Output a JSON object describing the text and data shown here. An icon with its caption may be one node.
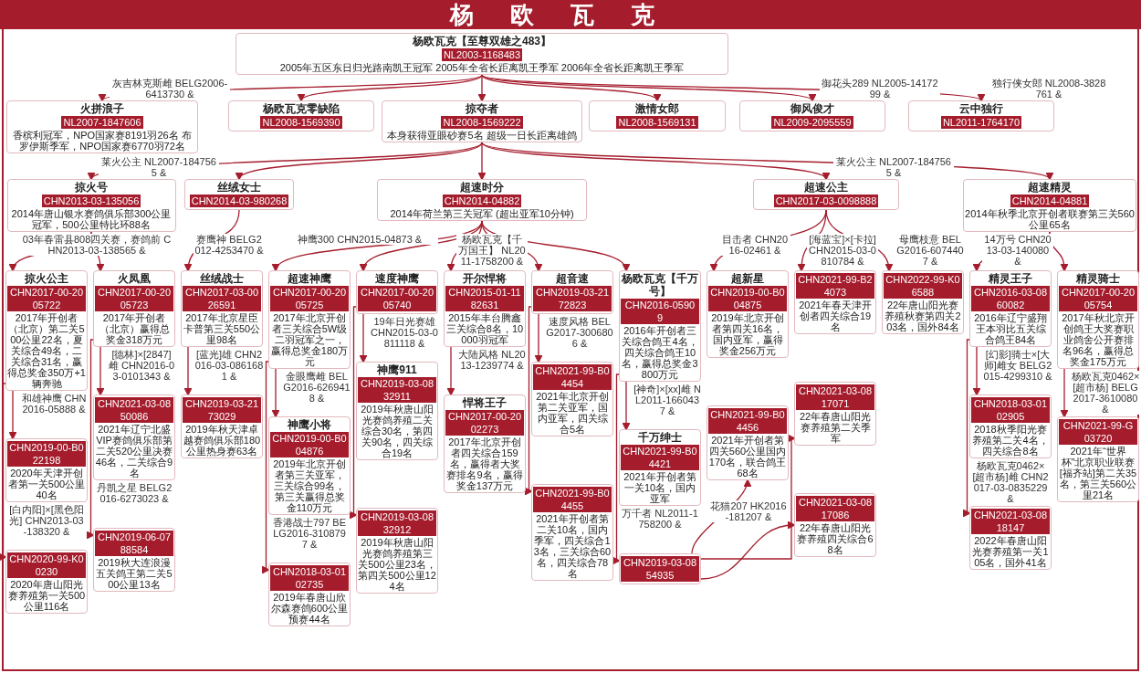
{
  "diagram": {
    "title": "杨欧瓦克",
    "nodes": [
      {
        "text": [
          "杨欧瓦克【至尊双雄之483】",
          "NL2003-1168483",
          "2005年五区东日归光路南凯王冠军 2005年全省长距离凯王季军 2006年全省长距离凯王季军"
        ]
      },
      {
        "text": [
          "火拼浪子",
          "NL2007-1847606",
          "香槟利冠军，NPO国家赛8191羽26名 布罗伊斯季军，NPO国家赛6770羽72名"
        ]
      },
      {
        "text": [
          "杨欧瓦克零缺陷",
          "NL2008-1569390"
        ]
      },
      {
        "text": [
          "掠夺者",
          "NL2008-1569222",
          "本身获得亚眼砂赛5名 超级一日长距离雄鸽"
        ]
      },
      {
        "text": [
          "激情女郎",
          "NL2008-1569131"
        ]
      },
      {
        "text": [
          "御风俊才",
          "NL2009-2095559"
        ]
      },
      {
        "text": [
          "云中独行",
          "NL2011-1764170"
        ]
      },
      {
        "text": [
          "掠火号",
          "CHN2013-03-135056",
          "2014年唐山银水赛鸽俱乐部300公里冠军，500公里特比环88名"
        ]
      },
      {
        "text": [
          "丝绒女士",
          "CHN2014-03-980268"
        ]
      },
      {
        "text": [
          "超速时分",
          "CHN2014-04882",
          "2014年荷兰第三关冠军 (超出亚军10分钟)"
        ]
      },
      {
        "text": [
          "超速公主",
          "CHN2017-03-0098888"
        ]
      },
      {
        "text": [
          "超速精灵",
          "CHN2014-04881",
          "2014年秋季北京开创者联赛第三关560公里65名"
        ]
      },
      {
        "text": [
          "掠火公主",
          "CHN2017-00-2005722",
          "2017年开创者（北京）第二关500公里22名，夏关综合49名，二关综合31名，赢得总奖金350万+1辆奔驰"
        ]
      },
      {
        "text": [
          "火凤凰",
          "CHN2017-00-2005723",
          "2017年开创者（北京）赢得总奖金318万元"
        ]
      },
      {
        "text": [
          "丝绒战士",
          "CHN2017-03-0026591",
          "2017年北京星臣卡普第三关550公里98名"
        ]
      },
      {
        "text": [
          "CHN2019-00-B022198",
          "2020年天津开创者第一关500公里40名"
        ]
      },
      {
        "text": [
          "CHN2020-99-K00230",
          "2020年唐山阳光赛养殖第一关500公里116名"
        ]
      },
      {
        "text": [
          "CHN2021-03-0850086",
          "2021年辽宁北盛VIP赛鸽俱乐部第二关520公里决赛46名，二关综合9名"
        ]
      },
      {
        "text": [
          "CHN2019-06-0788584",
          "2019秋大连浪漫五关鸽王第二关500公里13名"
        ]
      },
      {
        "text": [
          "CHN2019-03-2173029",
          "2019年秋天津卓越赛鸽俱乐部180公里热身赛63名"
        ]
      },
      {
        "text": [
          "超速神鹰",
          "CHN2017-00-2005725",
          "2017年北京开创者三关综合5W级二羽冠军之一，赢得总奖金180万元"
        ]
      },
      {
        "text": [
          "速度神鹰",
          "CHN2017-00-2005740"
        ]
      },
      {
        "text": [
          "开尔悍将",
          "CHN2015-01-1182631",
          "2015年丰台腾鑫三关综合8名，10000羽冠军"
        ]
      },
      {
        "text": [
          "超音速",
          "CHN2019-03-2172823"
        ]
      },
      {
        "text": [
          "杨欧瓦克【千万号】",
          "CHN2016-05909",
          "2016年开创者三关综合鸽王4名，四关综合鸽王10名，赢得总奖金3800万元"
        ]
      },
      {
        "text": [
          "神鹰小将",
          "CHN2019-00-B004876",
          "2019年北京开创者第三关亚军，三关综合99名，第三关赢得总奖金110万元"
        ]
      },
      {
        "text": [
          "CHN2018-03-0102735",
          "2019年春唐山欣尔森赛鸽600公里预赛44名"
        ]
      },
      {
        "text": [
          "神鹰911",
          "CHN2019-03-0832911",
          "2019年秋唐山阳光赛鸽养殖二关综合30名，第四关90名，四关综合19名"
        ]
      },
      {
        "text": [
          "CHN2019-03-0832912",
          "2019年秋唐山阳光赛鸽养殖第三关500公里23名，第四关500公里124名"
        ]
      },
      {
        "text": [
          "悍将王子",
          "CHN2017-00-2002273",
          "2017年北京开创者四关综合159名，赢得者大奖赛排名9名，赢得奖金137万元"
        ]
      },
      {
        "text": [
          "CHN2021-99-B04454",
          "2021年北京开创第二关亚军，国内亚军，四关综合5名"
        ]
      },
      {
        "text": [
          "CHN2021-99-B04455",
          "2021年开创者第二关10名，国内季军，四关综合13名，三关综合60名，四关综合78名"
        ]
      },
      {
        "text": [
          "千万绅士",
          "CHN2021-99-B04421",
          "2021年开创者第一关10名，国内亚军"
        ]
      },
      {
        "text": [
          "CHN2019-03-0854935"
        ]
      },
      {
        "text": [
          "CHN2021-99-B04456",
          "2021年开创者第四关560公里国内170名，联合鸽王68名"
        ]
      },
      {
        "text": [
          "CHN2021-03-0817071",
          "22年春唐山阳光赛养殖第二关季军"
        ]
      },
      {
        "text": [
          "CHN2021-03-0817086",
          "22年春唐山阳光赛养殖四关综合68名"
        ]
      },
      {
        "text": [
          "超新星",
          "CHN2019-00-B004875",
          "2019年北京开创者第四关16名，国内亚军，赢得奖金256万元"
        ]
      },
      {
        "text": [
          "CHN2021-99-B24073",
          "2021年春天津开创者四关综合19名"
        ]
      },
      {
        "text": [
          "CHN2022-99-K06588",
          "22年唐山阳光赛养殖秋赛第四关203名，国外84名"
        ]
      },
      {
        "text": [
          "精灵王子",
          "CHN2016-03-0860082",
          "2016年辽宁盛翔王本羽比五关综合鸽王84名"
        ]
      },
      {
        "text": [
          "精灵骑士",
          "CHN2017-00-2005754",
          "2017年秋北京开创鸽王大奖赛职业鸽舍公开赛排名96名，赢得总奖金175万元"
        ]
      },
      {
        "text": [
          "CHN2018-03-0102905",
          "2018秋季阳光赛养殖第二关4名，四关综合8名"
        ]
      },
      {
        "text": [
          "CHN2021-03-0818147",
          "2022年春唐山阳光赛养殖第一关105名，国外41名"
        ]
      },
      {
        "text": [
          "CHN2021-99-G03720",
          "2021年“世界杯”北京职业联赛[福齐站]第二关35名，第三关560公里21名"
        ]
      }
    ],
    "edges": [
      {
        "from": 0,
        "to": 1,
        "arrow": "to",
        "label": "灰吉林克斯雌 BELG2006-6413730 &"
      },
      {
        "from": 0,
        "to": 2,
        "arrow": "to"
      },
      {
        "from": 0,
        "to": 3,
        "arrow": "to"
      },
      {
        "from": 0,
        "to": 4,
        "arrow": "to"
      },
      {
        "from": 0,
        "to": 5,
        "arrow": "to",
        "label": "御花头289 NL2005-1417299 &"
      },
      {
        "from": 0,
        "to": 6,
        "arrow": "to",
        "label": "独行侠女郎 NL2008-3828761 &"
      },
      {
        "from": 3,
        "to": 7,
        "arrow": "to",
        "label": "莱火公主 NL2007-1847565 &"
      },
      {
        "from": 3,
        "to": 8,
        "arrow": "to"
      },
      {
        "from": 3,
        "to": 9,
        "arrow": "to"
      },
      {
        "from": 3,
        "to": 10,
        "arrow": "to",
        "label": "莱火公主 NL2007-1847565 &"
      },
      {
        "from": 3,
        "to": 11,
        "arrow": "to"
      },
      {
        "from": 7,
        "to": 12,
        "arrow": "to",
        "label": "03年春雷县808四关赛，赛鸽前 CHN2013-03-138565 &"
      },
      {
        "from": 7,
        "to": 13,
        "arrow": "to"
      },
      {
        "from": 8,
        "to": 14,
        "arrow": "to",
        "label": "赛鹰神 BELG2012-4253470 &"
      },
      {
        "from": 12,
        "to": 15,
        "arrow": "to",
        "label": "和雄神鹰 CHN2016-05888 &"
      },
      {
        "from": 12,
        "to": 16,
        "arrow": "to",
        "label": "[白内阳]×[黑色阳光] CHN2013-03-138320 &"
      },
      {
        "from": 13,
        "to": 17,
        "arrow": "to",
        "label": "[德林]×[2847]雌 CHN2016-03-0101343 &"
      },
      {
        "from": 13,
        "to": 18,
        "arrow": "to",
        "label": "丹凯之星 BELG2016-6273023 &"
      },
      {
        "from": 14,
        "to": 19,
        "arrow": "to",
        "label": "[蓝光]雄 CHN2016-03-0861681 &"
      },
      {
        "from": 9,
        "to": 20,
        "arrow": "to",
        "label": "神鹰300 CHN2015-04873 &"
      },
      {
        "from": 9,
        "to": 21,
        "arrow": "to"
      },
      {
        "from": 9,
        "to": 22,
        "arrow": "to",
        "label": "杨欧瓦克【千万国王】 NL2011-1758200 &"
      },
      {
        "from": 9,
        "to": 23,
        "arrow": "to"
      },
      {
        "from": 9,
        "to": 24,
        "arrow": "to"
      },
      {
        "from": 20,
        "to": 25,
        "arrow": "to",
        "label": "金眼鹰雌 BELG2016-6269418 &"
      },
      {
        "from": 20,
        "to": 26,
        "arrow": "to",
        "label": "香港战士797 BELG2016-3108797 &"
      },
      {
        "from": 21,
        "to": 27,
        "arrow": "to",
        "label": "19年日光赛雄 CHN2015-03-0811118 &"
      },
      {
        "from": 21,
        "to": 28,
        "arrow": "to"
      },
      {
        "from": 22,
        "to": 29,
        "arrow": "to",
        "label": "大陆风格 NL2013-1239774 &"
      },
      {
        "from": 23,
        "to": 30,
        "arrow": "to",
        "label": "速度风格 BELG2017-3006806 &"
      },
      {
        "from": 23,
        "to": 31,
        "arrow": "to"
      },
      {
        "from": 24,
        "to": 32,
        "arrow": "to",
        "label": "[神奇]×[xx]雌 NL2011-1660437 &"
      },
      {
        "from": 24,
        "to": 33,
        "arrow": "to",
        "label": "万千者 NL2011-1758200 &"
      },
      {
        "from": 33,
        "to": 34,
        "arrow": "to",
        "label": "花猫207 HK2016-181207 &"
      },
      {
        "from": 33,
        "to": 35,
        "arrow": "to"
      },
      {
        "from": 33,
        "to": 36,
        "arrow": "to"
      },
      {
        "from": 10,
        "to": 37,
        "arrow": "to",
        "label": "目击者 CHN2016-02461 &"
      },
      {
        "from": 10,
        "to": 38,
        "arrow": "to",
        "label": "[海蓝宝]×[卡拉] CHN2015-03-0810784 &"
      },
      {
        "from": 10,
        "to": 39,
        "arrow": "to",
        "label": "母鹰枝意 BELG2016-6074407 &"
      },
      {
        "from": 11,
        "to": 40,
        "arrow": "to",
        "label": "14万号 CHN2013-03-140080 &"
      },
      {
        "from": 11,
        "to": 41,
        "arrow": "to"
      },
      {
        "from": 40,
        "to": 42,
        "arrow": "to",
        "label": "[幻影]骑士×[大师]雌女 BELG2015-4299310 &"
      },
      {
        "from": 40,
        "to": 43,
        "arrow": "to",
        "label": "杨欧瓦克0462×[超市杨]雌 CHN2017-03-0835229 &"
      },
      {
        "from": 41,
        "to": 44,
        "arrow": "to",
        "label": "杨欧瓦克0462×[超市杨] BELG2017-3610080 &"
      }
    ]
  }
}
